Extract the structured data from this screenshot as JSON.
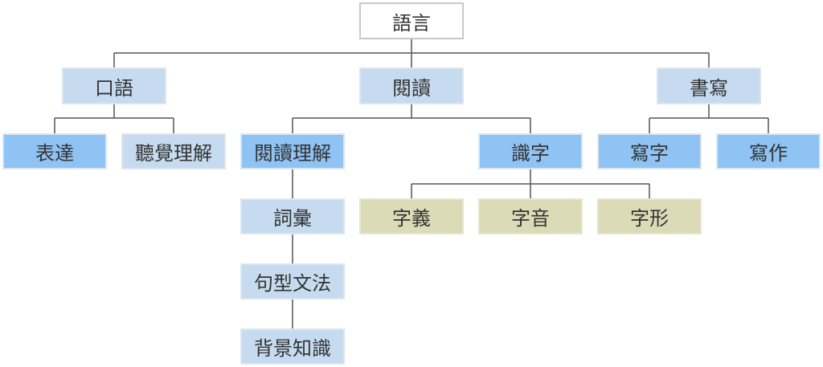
{
  "colors": {
    "line": "#555555",
    "root_fill": "#ffffff",
    "level_fill": "#c6dbef",
    "leaf_fill": "#8fc3f3",
    "char_fill": "#dcdbb7"
  },
  "nodes": {
    "root": "語言",
    "oral": "口語",
    "reading": "閱讀",
    "writing": "書寫",
    "expression": "表達",
    "listening": "聽覺理解",
    "comprehension": "閱讀理解",
    "literacy": "識字",
    "write_chars": "寫字",
    "composition": "寫作",
    "vocabulary": "詞彙",
    "grammar": "句型文法",
    "background": "背景知識",
    "meaning": "字義",
    "sound": "字音",
    "shape": "字形"
  }
}
